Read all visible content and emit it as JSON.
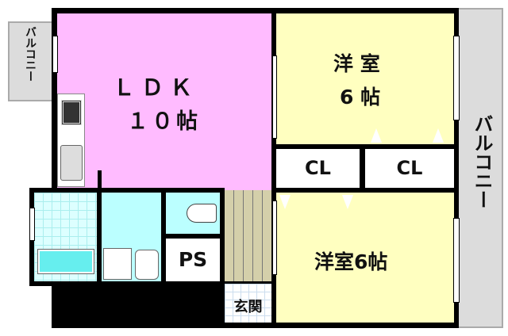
{
  "rooms": {
    "ldk": {
      "line1": "ＬＤＫ",
      "line2": "１０帖",
      "color": "#ffbbff"
    },
    "western1": {
      "line1": "洋 室",
      "line2": "6 帖",
      "color": "#ffffc0"
    },
    "western2": {
      "label": "洋室6帖",
      "color": "#ffffc0"
    },
    "closet1": {
      "label": "CL"
    },
    "closet2": {
      "label": "CL"
    },
    "ps": {
      "label": "PS"
    },
    "entrance": {
      "label": "玄関"
    },
    "balcony_left": {
      "label": "バルコニー",
      "color": "#dcdcdc"
    },
    "balcony_right": {
      "label": "バルコニー",
      "color": "#dcdcdc"
    }
  },
  "colors": {
    "bath": "#ddffff",
    "toilet": "#bbffff",
    "hall": "#d4cfaa"
  }
}
